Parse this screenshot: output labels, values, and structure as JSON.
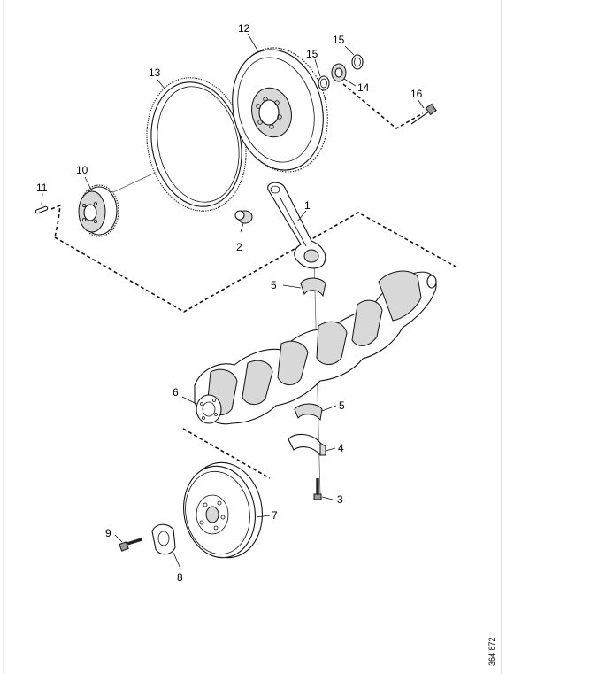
{
  "diagram": {
    "reference_number": "364 872",
    "callouts": [
      {
        "id": "c1",
        "label": "1"
      },
      {
        "id": "c2",
        "label": "2"
      },
      {
        "id": "c3",
        "label": "3"
      },
      {
        "id": "c4",
        "label": "4"
      },
      {
        "id": "c5a",
        "label": "5"
      },
      {
        "id": "c5b",
        "label": "5"
      },
      {
        "id": "c6",
        "label": "6"
      },
      {
        "id": "c7",
        "label": "7"
      },
      {
        "id": "c8",
        "label": "8"
      },
      {
        "id": "c9",
        "label": "9"
      },
      {
        "id": "c10",
        "label": "10"
      },
      {
        "id": "c11",
        "label": "11"
      },
      {
        "id": "c12",
        "label": "12"
      },
      {
        "id": "c13",
        "label": "13"
      },
      {
        "id": "c14",
        "label": "14"
      },
      {
        "id": "c15a",
        "label": "15"
      },
      {
        "id": "c15b",
        "label": "15"
      },
      {
        "id": "c16",
        "label": "16"
      }
    ]
  }
}
